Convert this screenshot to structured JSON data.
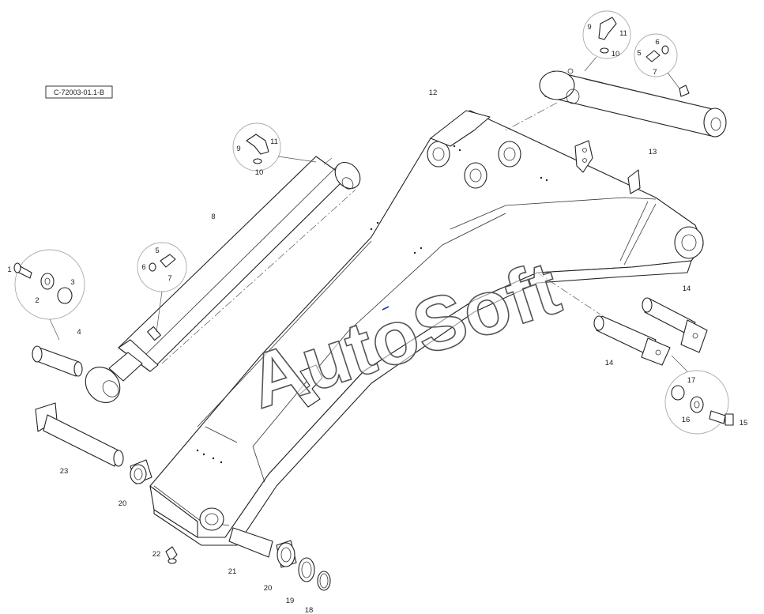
{
  "drawing_ref": "C-72003-01.1-B",
  "watermark": "AutoSoft",
  "colors": {
    "line": "#222222",
    "background": "#ffffff",
    "watermark_outline": "#555555",
    "marker": "#2233aa"
  },
  "parts": {
    "p1": "1",
    "p2": "2",
    "p3": "3",
    "p4": "4",
    "p5a": "5",
    "p6a": "6",
    "p7a": "7",
    "p5b": "5",
    "p6b": "6",
    "p7b": "7",
    "p8": "8",
    "p9a": "9",
    "p10a": "10",
    "p11a": "11",
    "p9b": "9",
    "p10b": "10",
    "p11b": "11",
    "p12": "12",
    "p13": "13",
    "p14a": "14",
    "p14b": "14",
    "p15": "15",
    "p16": "16",
    "p17": "17",
    "p18": "18",
    "p19": "19",
    "p20a": "20",
    "p20b": "20",
    "p21": "21",
    "p22": "22",
    "p23": "23"
  }
}
